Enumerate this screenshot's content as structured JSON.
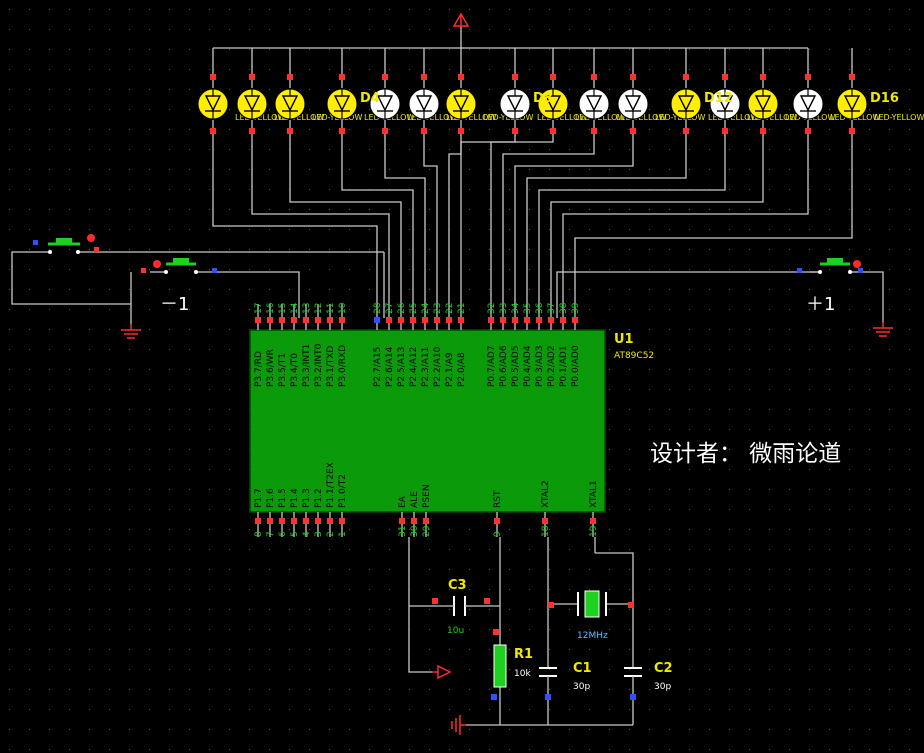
{
  "chip": {
    "ref": "U1",
    "part": "AT89C52",
    "top_left_pins": [
      {
        "num": "17",
        "label": "P3.7/RD"
      },
      {
        "num": "16",
        "label": "P3.6/WR"
      },
      {
        "num": "15",
        "label": "P3.5/T1"
      },
      {
        "num": "14",
        "label": "P3.4/T0"
      },
      {
        "num": "13",
        "label": "P3.3/INT1"
      },
      {
        "num": "12",
        "label": "P3.2/INT0"
      },
      {
        "num": "11",
        "label": "P3.1/TXD"
      },
      {
        "num": "10",
        "label": "P3.0/RXD"
      }
    ],
    "top_mid_pins": [
      {
        "num": "28",
        "label": "P2.7/A15"
      },
      {
        "num": "27",
        "label": "P2.6/A14"
      },
      {
        "num": "26",
        "label": "P2.5/A13"
      },
      {
        "num": "25",
        "label": "P2.4/A12"
      },
      {
        "num": "24",
        "label": "P2.3/A11"
      },
      {
        "num": "23",
        "label": "P2.2/A10"
      },
      {
        "num": "22",
        "label": "P2.1/A9"
      },
      {
        "num": "21",
        "label": "P2.0/A8"
      }
    ],
    "top_right_pins": [
      {
        "num": "32",
        "label": "P0.7/AD7"
      },
      {
        "num": "33",
        "label": "P0.6/AD6"
      },
      {
        "num": "34",
        "label": "P0.5/AD5"
      },
      {
        "num": "35",
        "label": "P0.4/AD4"
      },
      {
        "num": "36",
        "label": "P0.3/AD3"
      },
      {
        "num": "37",
        "label": "P0.2/AD2"
      },
      {
        "num": "38",
        "label": "P0.1/AD1"
      },
      {
        "num": "39",
        "label": "P0.0/AD0"
      }
    ],
    "bottom_left_pins": [
      {
        "num": "8",
        "label": "P1.7"
      },
      {
        "num": "7",
        "label": "P1.6"
      },
      {
        "num": "6",
        "label": "P1.5"
      },
      {
        "num": "5",
        "label": "P1.4"
      },
      {
        "num": "4",
        "label": "P1.3"
      },
      {
        "num": "3",
        "label": "P1.2"
      },
      {
        "num": "2",
        "label": "P1.1/T2EX"
      },
      {
        "num": "1",
        "label": "P1.0/T2"
      }
    ],
    "bottom_mid_pins": [
      {
        "num": "31",
        "label": "EA"
      },
      {
        "num": "30",
        "label": "ALE"
      },
      {
        "num": "29",
        "label": "PSEN"
      }
    ],
    "bottom_right_pins": [
      {
        "num": "9",
        "label": "RST"
      },
      {
        "num": "18",
        "label": "XTAL2"
      },
      {
        "num": "19",
        "label": "XTAL1"
      }
    ]
  },
  "leds": {
    "lit_state": [
      true,
      true,
      true,
      true,
      false,
      false,
      true,
      false,
      true,
      false,
      false,
      true,
      false,
      true,
      false,
      true
    ],
    "visible_labels": [
      {
        "index": 3,
        "text": "D4"
      },
      {
        "index": 7,
        "text": "D8"
      },
      {
        "index": 11,
        "text": "D12"
      },
      {
        "index": 15,
        "text": "D16"
      }
    ],
    "type_text": "LED-YELLOW",
    "type_last": "LED-YELLOW",
    "lit_color": "#ffee00",
    "off_color": "#ffffff"
  },
  "buttons": {
    "left_label": "－1",
    "right_label": "＋1"
  },
  "designer": "设计者：  微雨论道",
  "components": {
    "c3": {
      "ref": "C3",
      "value": "10u"
    },
    "r1": {
      "ref": "R1",
      "value": "10k"
    },
    "c1": {
      "ref": "C1",
      "value": "30p"
    },
    "c2": {
      "ref": "C2",
      "value": "30p"
    },
    "crystal": {
      "value": "12MHz"
    }
  },
  "colors": {
    "chip_body": "#0a9a0a",
    "wire": "#c8c8c8",
    "label_yellow": "#f0e800",
    "pin_red": "#ff3030",
    "pin_blue": "#2f50ff",
    "ground_red": "#ff2a2a"
  }
}
